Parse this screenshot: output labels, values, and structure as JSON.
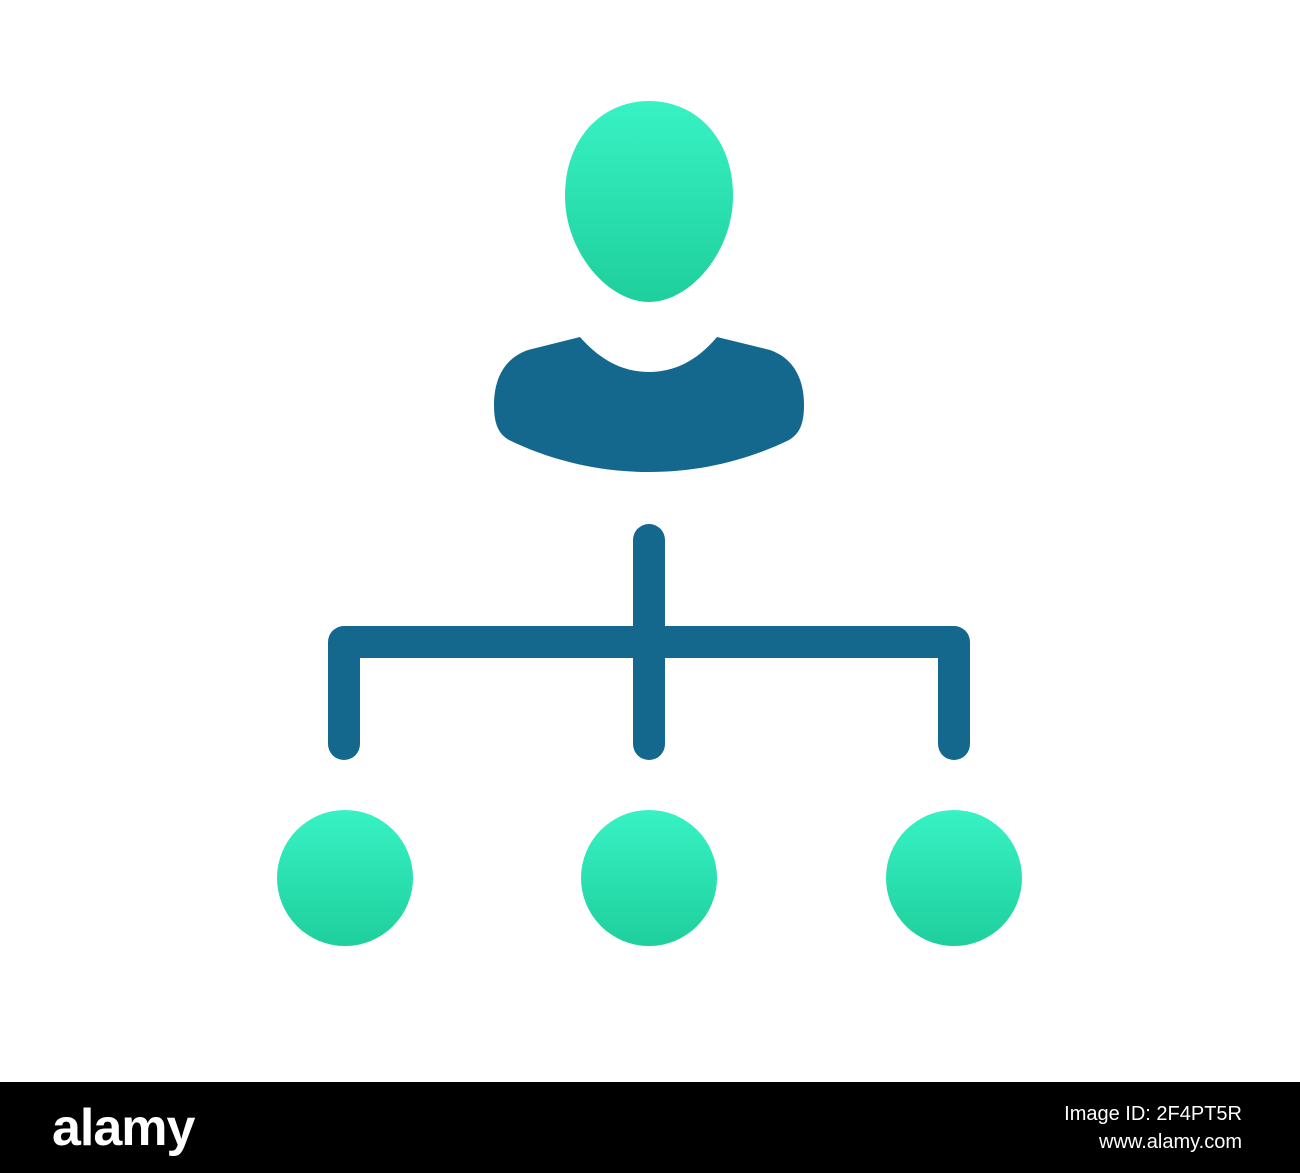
{
  "icon": {
    "name": "org-chart-icon",
    "colors": {
      "accent_top": "#38f2c4",
      "accent_bottom": "#1ecf9c",
      "structure": "#14678d",
      "background": "#ffffff"
    }
  },
  "footer": {
    "brand": "alamy",
    "image_id": "Image ID: 2F4PT5R",
    "url": "www.alamy.com",
    "background": "#000000",
    "text_color": "#ffffff"
  }
}
